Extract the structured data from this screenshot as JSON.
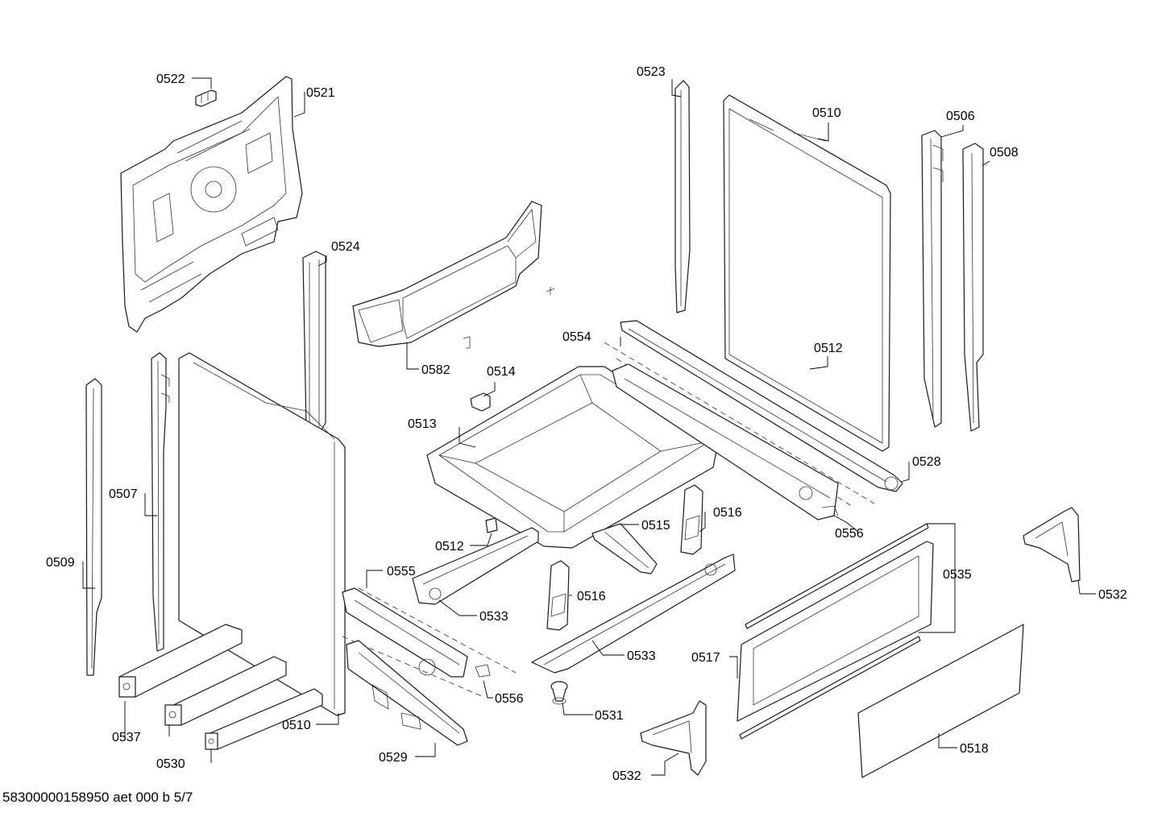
{
  "labels": {
    "l0522": "0522",
    "l0521": "0521",
    "l0523": "0523",
    "l0510_top": "0510",
    "l0506": "0506",
    "l0508": "0508",
    "l0524": "0524",
    "l0582": "0582",
    "l0514": "0514",
    "l0554": "0554",
    "l0512_top": "0512",
    "l0513": "0513",
    "l0528": "0528",
    "l0507": "0507",
    "l0516_top": "0516",
    "l0515": "0515",
    "l0512_mid": "0512",
    "l0556_right": "0556",
    "l0532_right": "0532",
    "l0509": "0509",
    "l0555": "0555",
    "l0535": "0535",
    "l0533_left": "0533",
    "l0516_mid": "0516",
    "l0533_right": "0533",
    "l0517": "0517",
    "l0556_left": "0556",
    "l0531": "0531",
    "l0537": "0537",
    "l0510_bottom": "0510",
    "l0518": "0518",
    "l0530": "0530",
    "l0529": "0529",
    "l0532_bottom": "0532"
  },
  "footer": "58300000158950 aet 000 b 5/7"
}
